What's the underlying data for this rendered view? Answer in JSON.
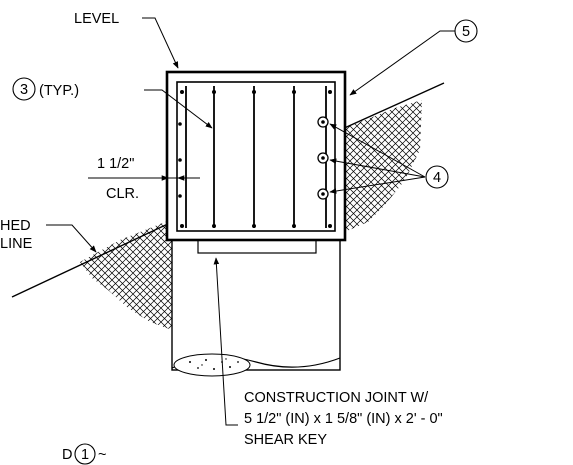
{
  "labels": {
    "level": "LEVEL",
    "typ": "(TYP.)",
    "clr_dim": "1 1/2\"",
    "clr": "CLR.",
    "finished_partial": "HED",
    "line_partial": "LINE",
    "cj_line1": "CONSTRUCTION JOINT W/",
    "cj_line2": "5 1/2\" (IN) x 1 5/8\" (IN) x 2' - 0\"",
    "cj_line3": "SHEAR KEY",
    "bottom_left_partial": "D",
    "tilde": "~"
  },
  "callouts": {
    "c3": "3",
    "c4": "4",
    "c5": "5",
    "c1": "1"
  }
}
